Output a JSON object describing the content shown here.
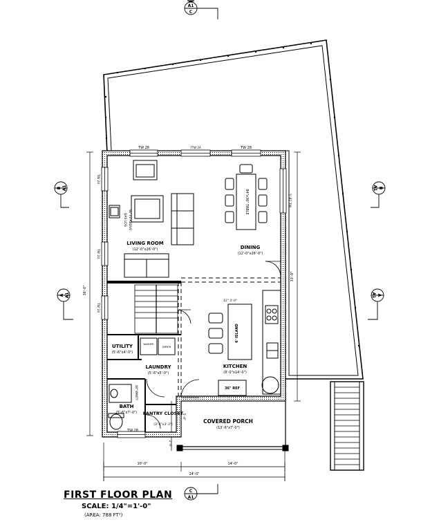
{
  "title": "FIRST FLOOR PLAN",
  "scale": "SCALE: 1/4\"=1'-0\"",
  "area": "(AREA: 788 FT²)",
  "rooms": {
    "living": {
      "name": "LIVING ROOM",
      "dims": "(12'-0\"x26'-0\")"
    },
    "dining": {
      "name": "DINING",
      "dims": "(12'-0\"x26'-0\")"
    },
    "kitchen": {
      "name": "KITCHEN",
      "dims": "(8'-0\"x14'-0\")"
    },
    "utility": {
      "name": "UTILITY",
      "dims": "(5'-6\"x4'-0\")"
    },
    "laundry": {
      "name": "LAUNDRY",
      "dims": "(5'-6\"x5'-0\")"
    },
    "bath": {
      "name": "BATH",
      "dims": "(5'-6\"x7'-0\")"
    },
    "pantry": {
      "name": "PANTRY CLOSET",
      "dims": "(3'-4\"x3'-3\")"
    },
    "porch": {
      "name": "COVERED PORCH",
      "dims": "(13'-6\"x7'-0\")"
    }
  },
  "fixtures": {
    "table": "84\"x36\" TABLE",
    "island": "6' ISLAND",
    "island_dims": "12\" 3'-0\"",
    "fridge": "36\" REF",
    "gas_log": "GAS LOG",
    "gas_above": "W/ TV ABOVE",
    "vanity": "48\" VANITY",
    "dryer": "DRYER",
    "washer": "WASHER"
  },
  "window_tags": [
    "TW 28",
    "TW 28",
    "TW 28",
    "TW 24",
    "TW 24",
    "TW 24",
    "FTW 24"
  ],
  "dimensions": {
    "overall_width": "24'-0\"",
    "left_width": "10'-0\"",
    "right_width": "14'-0\"",
    "left_depth": "36'-0\"",
    "right_depth": "33'-0\"",
    "porch_depth": "5'-0\"",
    "step": "2'-0\"",
    "window_dim": "5'-82 TW"
  },
  "sections": {
    "top": {
      "letter": "C",
      "sheet": "A1"
    },
    "bottom": {
      "letter": "C",
      "sheet": "A1"
    },
    "left_b": {
      "letter": "B",
      "sheet": "A1"
    },
    "right_b": {
      "letter": "B",
      "sheet": "A1"
    },
    "left_a": {
      "letter": "A",
      "sheet": "A1"
    },
    "right_a": {
      "letter": "A",
      "sheet": "A1"
    }
  }
}
